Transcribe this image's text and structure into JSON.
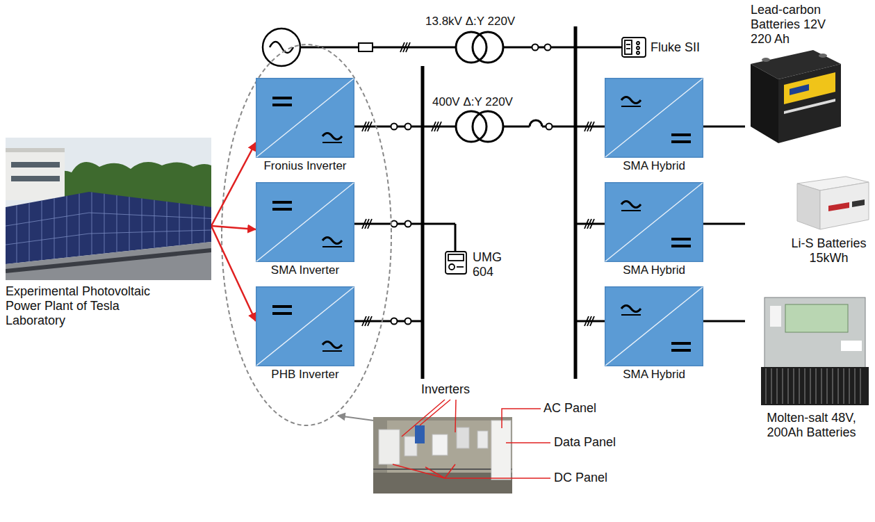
{
  "diagram": {
    "nodes": [
      {
        "text": [
          "Experimental Photovoltaic Power Plant of Tesla Laboratory"
        ]
      },
      {
        "text": [
          "Fronius Inverter"
        ]
      },
      {
        "text": [
          "SMA Inverter"
        ]
      },
      {
        "text": [
          "PHB Inverter"
        ]
      },
      {
        "text": [
          "SMA Hybrid"
        ]
      },
      {
        "text": [
          "SMA Hybrid"
        ]
      },
      {
        "text": [
          "SMA Hybrid"
        ]
      },
      {
        "text": [
          "Lead-carbon Batteries 12V 220 Ah"
        ]
      },
      {
        "text": [
          "Li-S Batteries 15kWh"
        ]
      },
      {
        "text": [
          "Molten-salt 48V, 200Ah Batteries"
        ]
      }
    ],
    "edges": [
      {
        "from": 0,
        "to": 1,
        "arrow": "to"
      },
      {
        "from": 0,
        "to": 2,
        "arrow": "to"
      },
      {
        "from": 0,
        "to": 3,
        "arrow": "to"
      },
      {
        "from": 4,
        "to": 7,
        "arrow": "none"
      },
      {
        "from": 5,
        "to": 8,
        "arrow": "none"
      },
      {
        "from": 6,
        "to": 9,
        "arrow": "none"
      }
    ],
    "labels": [
      "13.8kV Δ:Y 220V",
      "400V Δ:Y 220V",
      "Fluke SII",
      "UMG 604",
      "Inverters",
      "AC Panel",
      "Data Panel",
      "DC Panel"
    ]
  }
}
